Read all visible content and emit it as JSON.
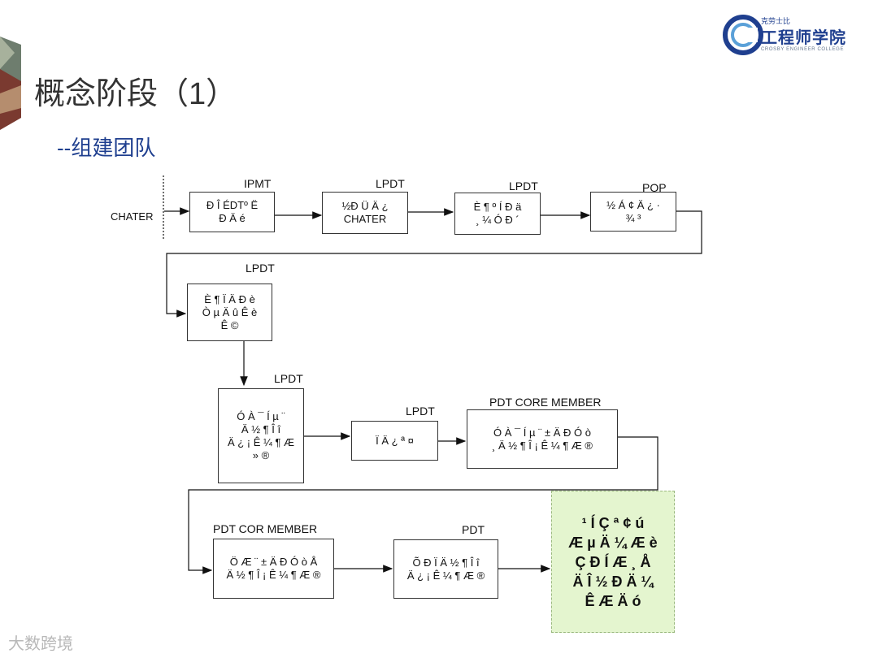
{
  "header": {
    "title": "概念阶段（1）",
    "subtitle": "--组建团队"
  },
  "logo": {
    "small_text": "克劳士比",
    "main_text": "工程师学院",
    "sub_text": "CROSBY ENGINEER COLLEGE"
  },
  "diagram": {
    "start_label": "CHATER",
    "nodes": [
      {
        "label": "IPMT",
        "text": "Ð Î  ÉDTº  Ë\nÐ Ä é"
      },
      {
        "label": "LPDT",
        "text": "½Ð Ü Ä ¿\nCHATER"
      },
      {
        "label": "LPDT",
        "text": "È ¶ º  Í  Ð ä\n¸ ¼ Ó Ð ´"
      },
      {
        "label": "POP",
        "text": "½ Á ¢ Ä ¿ ·\n¾ ³"
      },
      {
        "label": "LPDT",
        "text": "È ¶ Ï  Ä Ð è\nÒ µ Ä û Ê è\nÊ ©"
      },
      {
        "label": "LPDT",
        "text": "Ó À ¯  Í  µ ¨\nÄ ½ ¶ Î  î\nÄ ¿ ¡  Ê ¼ ¶ Æ\n» ®"
      },
      {
        "label": "LPDT",
        "text": "Ï  Ä ¿ ª ¤"
      },
      {
        "label": "PDT CORE MEMBER",
        "text": "Ó À ¯  Í  µ ¨  ± Ä Ð Ó ò\n¸ Ä ½ ¶ Î ¡  Ê ¼ ¶ Æ ®"
      },
      {
        "label": "PDT COR MEMBER",
        "text": "Ö Æ ¨  ± Ä Ð Ó ò  Å\nÄ ½ ¶ Î ¡  Ê ¼ ¶ Æ ®"
      },
      {
        "label": "PDT",
        "text": "Õ Ð Ï  Ä ½ ¶ Î  î\nÄ ¿ ¡  Ê ¼ ¶ Æ ®"
      },
      {
        "label": "",
        "text": "¹  Í  Ç  ª  ¢  ú\nÆ µ  Ä  ¼  Æ  è\nÇ  Ð  Í  Æ ¸  Å\nÄ  Î  ½  Ð  Ä ¼\nÊ  Æ  Ä  ó"
      }
    ]
  },
  "watermark": "大数跨境"
}
